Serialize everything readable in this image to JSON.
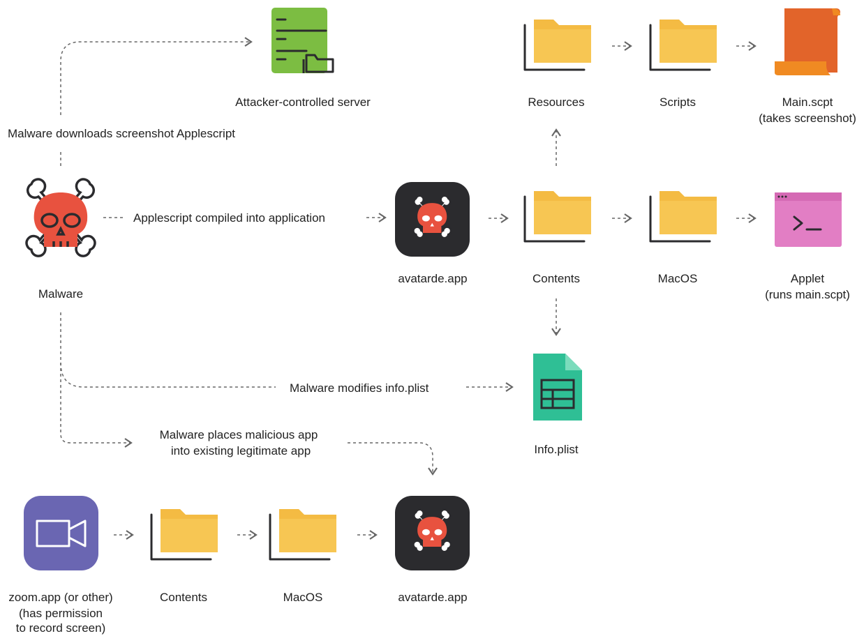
{
  "nodes": {
    "attacker_server": "Attacker-controlled server",
    "resources": "Resources",
    "scripts": "Scripts",
    "main_scpt": [
      "Main.scpt",
      "(takes screenshot)"
    ],
    "malware": "Malware",
    "avatarde_top": "avatarde.app",
    "contents_top": "Contents",
    "macos_top": "MacOS",
    "applet": [
      "Applet",
      "(runs main.scpt)"
    ],
    "info_plist": "Info.plist",
    "zoom_app": [
      "zoom.app (or other)",
      "(has permission",
      "to record screen)"
    ],
    "contents_bottom": "Contents",
    "macos_bottom": "MacOS",
    "avatarde_bottom": "avatarde.app"
  },
  "edges": {
    "downloads": "Malware downloads screenshot Applescript",
    "compiled": "Applescript compiled into application",
    "modifies": "Malware modifies info.plist",
    "places": [
      "Malware places malicious app",
      "into existing legitimate app"
    ]
  },
  "colors": {
    "folder": "#f4bb43",
    "server": "#7cbd42",
    "skull": "#e8523f",
    "app_bg": "#2b2b2e",
    "script": "#e2642a",
    "applet": "#e27ec4",
    "plist": "#2fbf95",
    "zoom": "#6a66b2",
    "dash": "#666666"
  }
}
